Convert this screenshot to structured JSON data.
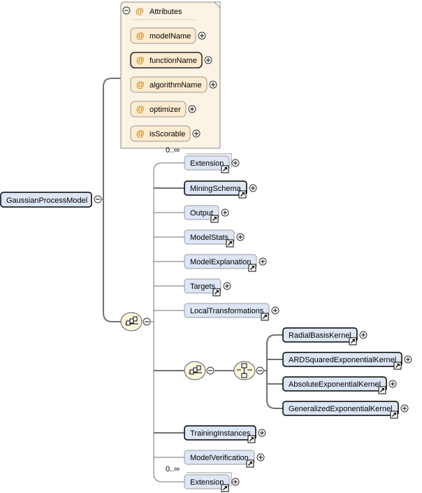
{
  "root": {
    "label": "GaussianProcessModel"
  },
  "attributes": {
    "header": "Attributes",
    "symbol": "@",
    "items": [
      {
        "label": "modelName",
        "required": false
      },
      {
        "label": "functionName",
        "required": true
      },
      {
        "label": "algorithmName",
        "required": false
      },
      {
        "label": "optimizer",
        "required": false
      },
      {
        "label": "isScorable",
        "required": false
      }
    ]
  },
  "sequence_children": [
    {
      "label": "Extension",
      "required": false,
      "cardinality": "0..∞"
    },
    {
      "label": "MiningSchema",
      "required": true,
      "cardinality": ""
    },
    {
      "label": "Output",
      "required": false,
      "cardinality": ""
    },
    {
      "label": "ModelStats",
      "required": false,
      "cardinality": ""
    },
    {
      "label": "ModelExplanation",
      "required": false,
      "cardinality": ""
    },
    {
      "label": "Targets",
      "required": false,
      "cardinality": ""
    },
    {
      "label": "LocalTransformations",
      "required": false,
      "cardinality": ""
    },
    {
      "label": "TrainingInstances",
      "required": true,
      "cardinality": ""
    },
    {
      "label": "ModelVerification",
      "required": false,
      "cardinality": ""
    },
    {
      "label": "Extension",
      "required": false,
      "cardinality": "0..∞"
    }
  ],
  "kernel_choices": [
    {
      "label": "RadialBasisKernel"
    },
    {
      "label": "ARDSquaredExponentialKernel"
    },
    {
      "label": "AbsoluteExponentialKernel"
    },
    {
      "label": "GeneralizedExponentialKernel"
    }
  ],
  "colors": {
    "node_fill": "#dce6f5",
    "attr_fill": "#fcebd0",
    "attr_panel": "#fbf3e3",
    "connector": "#707070",
    "compositor_fill": "#fdf7dc"
  }
}
